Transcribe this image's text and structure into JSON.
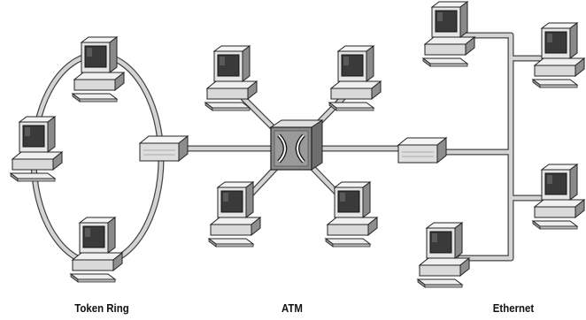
{
  "diagram": {
    "labels": {
      "token_ring": "Token Ring",
      "atm": "ATM",
      "ethernet": "Ethernet"
    },
    "colors": {
      "cable": "#cfcfcf",
      "cable_edge": "#555555",
      "device_light": "#f2f2f2",
      "device_mid": "#bdbdbd",
      "device_dark": "#6e6e6e",
      "screen": "#3a3a3a",
      "switch_face": "#8a8a8a"
    },
    "segments": [
      {
        "name": "Token Ring",
        "topology": "ring",
        "workstations": 3,
        "connected_via": "router"
      },
      {
        "name": "ATM",
        "topology": "star",
        "workstations": 4,
        "connected_via": "atm-switch"
      },
      {
        "name": "Ethernet",
        "topology": "bus",
        "workstations": 4,
        "connected_via": "router"
      }
    ],
    "icons": [
      "workstation-icon",
      "router-icon",
      "atm-switch-icon"
    ]
  }
}
